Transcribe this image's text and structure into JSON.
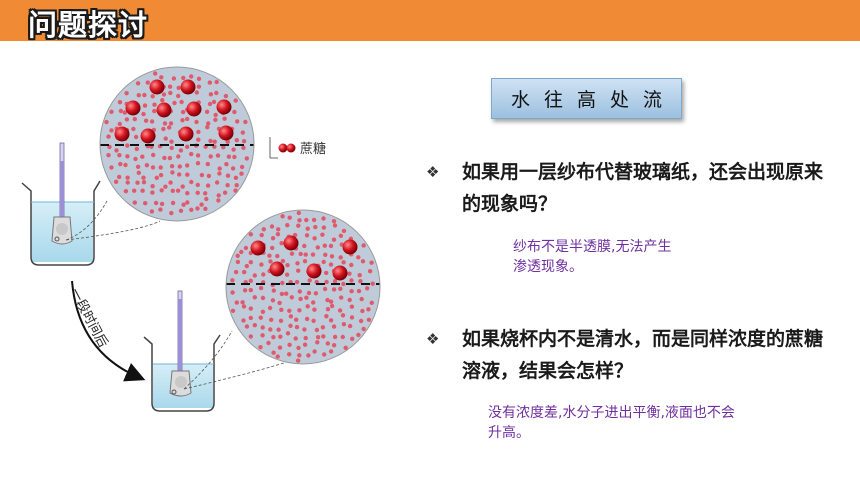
{
  "header": {
    "title": "问题探讨"
  },
  "figure": {
    "legend_label": "蔗糖",
    "arrow_label": "一段时间后"
  },
  "tag": {
    "label": "水往高处流"
  },
  "questions": [
    {
      "bullet": "❖",
      "text": "如果用一层纱布代替玻璃纸，还会出现原来的现象吗？",
      "answer_line1": "纱布不是半透膜,无法产生",
      "answer_line2": "渗透现象。"
    },
    {
      "bullet": "❖",
      "text": "如果烧杯内不是清水，而是同样浓度的蔗糖溶液，结果会怎样？",
      "answer_line1": "没有浓度差,水分子进出平衡,液面也不会",
      "answer_line2": "升高。"
    }
  ],
  "colors": {
    "header": "#f08a35",
    "answer": "#7030a0",
    "sugar": "#c8101e",
    "water": "#e05a6e"
  }
}
